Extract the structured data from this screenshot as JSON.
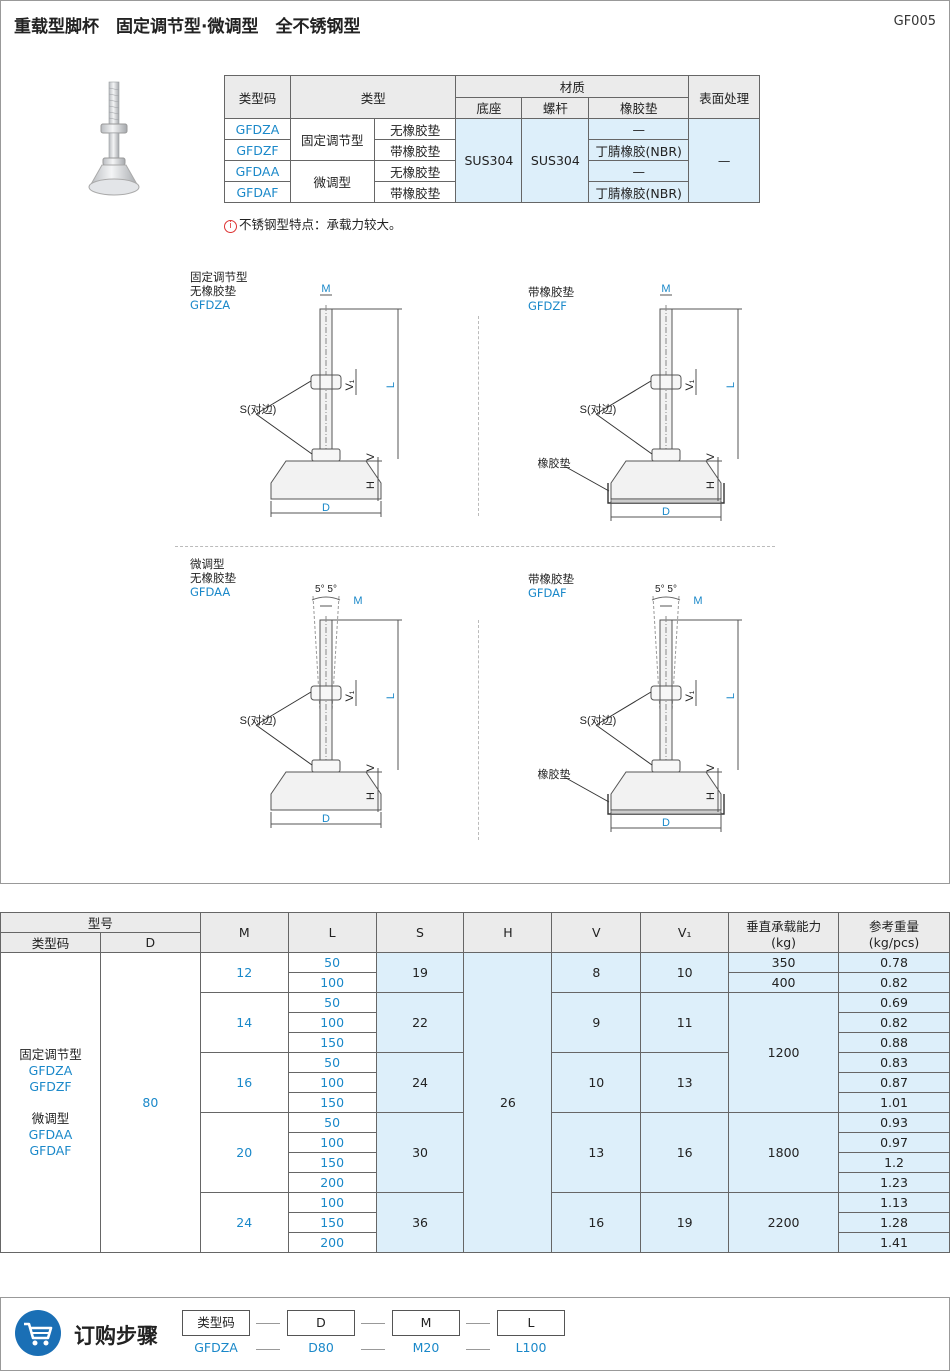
{
  "header": {
    "title": "重载型脚杯　固定调节型·微调型　全不锈钢型",
    "code": "GF005"
  },
  "material_table": {
    "h_code": "类型码",
    "h_type": "类型",
    "h_material": "材质",
    "h_surface": "表面处理",
    "h_base": "底座",
    "h_screw": "螺杆",
    "h_pad": "橡胶垫",
    "rows": [
      {
        "code": "GFDZA",
        "sub": "无橡胶垫",
        "pad": "—"
      },
      {
        "code": "GFDZF",
        "sub": "带橡胶垫",
        "pad": "丁腈橡胶(NBR)"
      },
      {
        "code": "GFDAA",
        "sub": "无橡胶垫",
        "pad": "—"
      },
      {
        "code": "GFDAF",
        "sub": "带橡胶垫",
        "pad": "丁腈橡胶(NBR)"
      }
    ],
    "type_fixed": "固定调节型",
    "type_fine": "微调型",
    "base": "SUS304",
    "screw": "SUS304",
    "surface": "—"
  },
  "note": {
    "icon": "info-icon",
    "text": "不锈钢型特点：承载力较大。"
  },
  "diagrams": [
    {
      "line1": "固定调节型",
      "line2": "无橡胶垫",
      "code": "GFDZA",
      "pad_label": ""
    },
    {
      "line1": "",
      "line2": "带橡胶垫",
      "code": "GFDZF",
      "pad_label": "橡胶垫"
    },
    {
      "line1": "微调型",
      "line2": "无橡胶垫",
      "code": "GFDAA",
      "pad_label": ""
    },
    {
      "line1": "",
      "line2": "带橡胶垫",
      "code": "GFDAF",
      "pad_label": "橡胶垫"
    }
  ],
  "dim_labels": {
    "M": "M",
    "L": "L",
    "V1": "V₁",
    "V": "V",
    "H": "H",
    "D": "D",
    "S": "S(对边)",
    "angle": "5° 5°"
  },
  "spec": {
    "h_model": "型号",
    "h_code": "类型码",
    "h_D": "D",
    "h_M": "M",
    "h_L": "L",
    "h_S": "S",
    "h_H": "H",
    "h_V": "V",
    "h_V1": "V₁",
    "h_load": "垂直承载能力",
    "h_load_unit": "(kg)",
    "h_weight": "参考重量",
    "h_weight_unit": "(kg/pcs)",
    "types": [
      "固定调节型",
      "GFDZA",
      "GFDZF",
      "",
      "微调型",
      "GFDAA",
      "GFDAF"
    ],
    "D": "80",
    "H": "26",
    "groups": [
      {
        "M": "12",
        "S": "19",
        "V": "8",
        "V1": "10",
        "rows": [
          {
            "L": "50",
            "w": "0.78"
          },
          {
            "L": "100",
            "w": "0.82"
          }
        ],
        "loads": [
          "350",
          "400"
        ]
      },
      {
        "M": "14",
        "S": "22",
        "V": "9",
        "V1": "11",
        "rows": [
          {
            "L": "50",
            "w": "0.69"
          },
          {
            "L": "100",
            "w": "0.82"
          },
          {
            "L": "150",
            "w": "0.88"
          }
        ]
      },
      {
        "M": "16",
        "S": "24",
        "V": "10",
        "V1": "13",
        "rows": [
          {
            "L": "50",
            "w": "0.83"
          },
          {
            "L": "100",
            "w": "0.87"
          },
          {
            "L": "150",
            "w": "1.01"
          }
        ]
      },
      {
        "M": "20",
        "S": "30",
        "V": "13",
        "V1": "16",
        "rows": [
          {
            "L": "50",
            "w": "0.93"
          },
          {
            "L": "100",
            "w": "0.97"
          },
          {
            "L": "150",
            "w": "1.2"
          },
          {
            "L": "200",
            "w": "1.23"
          }
        ]
      },
      {
        "M": "24",
        "S": "36",
        "V": "16",
        "V1": "19",
        "rows": [
          {
            "L": "100",
            "w": "1.13"
          },
          {
            "L": "150",
            "w": "1.28"
          },
          {
            "L": "200",
            "w": "1.41"
          }
        ]
      }
    ],
    "load_1200": "1200",
    "load_1800": "1800",
    "load_2200": "2200"
  },
  "order": {
    "title": "订购步骤",
    "icon": "cart-icon",
    "boxes": [
      "类型码",
      "D",
      "M",
      "L"
    ],
    "values": [
      "GFDZA",
      "D80",
      "M20",
      "L100"
    ]
  }
}
